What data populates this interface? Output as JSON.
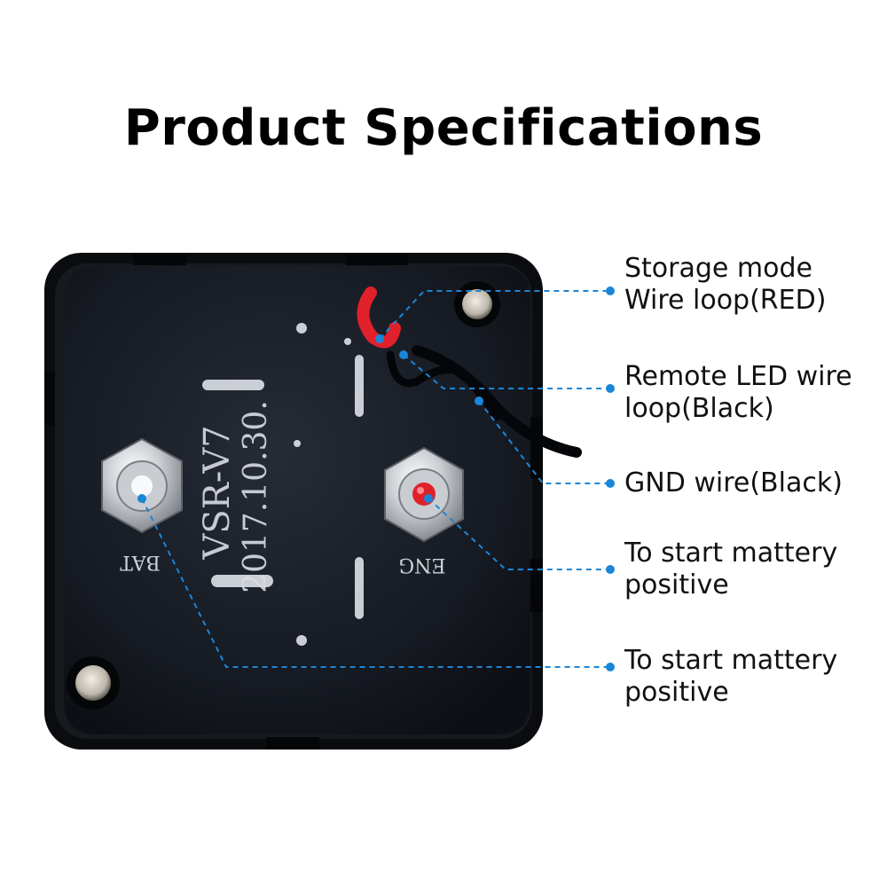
{
  "title": "Product Specifications",
  "device": {
    "model_text": "VSR-V7",
    "date_text": "2017.10.30.",
    "left_terminal_label": "BAT",
    "right_terminal_label": "ENG"
  },
  "callouts": [
    {
      "line1": "Storage mode",
      "line2": "Wire loop(RED)"
    },
    {
      "line1": "Remote LED wire",
      "line2": "loop(Black)"
    },
    {
      "line1": "GND wire(Black)",
      "line2": ""
    },
    {
      "line1": "To start mattery",
      "line2": "positive"
    },
    {
      "line1": "To start mattery",
      "line2": "positive"
    }
  ],
  "colors": {
    "callout_dot": "#1a86d8",
    "housing": "#0e0f12",
    "panel": "#15181f",
    "terminal_red": "#e0202a"
  }
}
